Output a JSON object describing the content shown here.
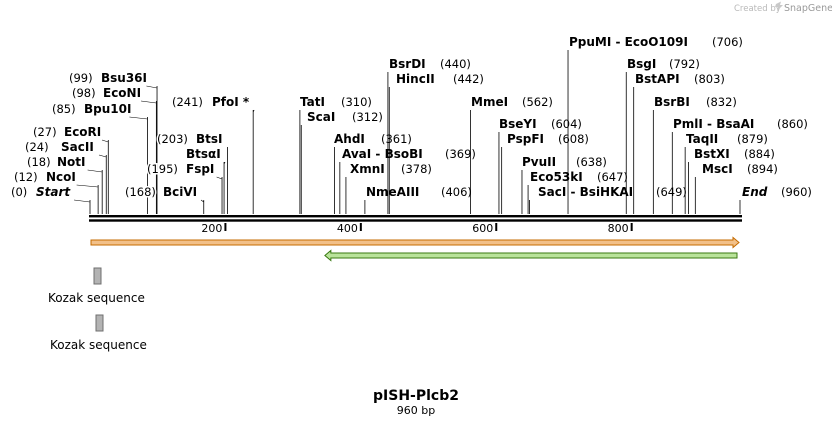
{
  "credit": {
    "created_by": "Created by",
    "brand": "SnapGene"
  },
  "plasmid": {
    "name": "pISH-Plcb2",
    "length_text": "960 bp",
    "length": 960
  },
  "colors": {
    "ruler": "#000000",
    "orange_fill": "#f2c089",
    "orange_stroke": "#c56b00",
    "green_fill": "#b9e39a",
    "green_stroke": "#3a7a12",
    "kozak": "#b3b3b3"
  },
  "ticks": [
    {
      "pos": 200,
      "label": "200"
    },
    {
      "pos": 400,
      "label": "400"
    },
    {
      "pos": 600,
      "label": "600"
    },
    {
      "pos": 800,
      "label": "800"
    }
  ],
  "sites": [
    {
      "name": "Start",
      "pos_label": "(0)",
      "pos": 0,
      "style": "ital"
    },
    {
      "name": "NcoI",
      "pos_label": "(12)",
      "pos": 12
    },
    {
      "name": "NotI",
      "pos_label": "(18)",
      "pos": 18
    },
    {
      "name": "SacII",
      "pos_label": "(24)",
      "pos": 24
    },
    {
      "name": "EcoRI",
      "pos_label": "(27)",
      "pos": 27
    },
    {
      "name": "Bpu10I",
      "pos_label": "(85)",
      "pos": 85
    },
    {
      "name": "EcoNI",
      "pos_label": "(98)",
      "pos": 98
    },
    {
      "name": "Bsu36I",
      "pos_label": "(99)",
      "pos": 99
    },
    {
      "name": "BciVI",
      "pos_label": "(168)",
      "pos": 168
    },
    {
      "name": "FspI",
      "pos_label": "(195)",
      "pos": 195
    },
    {
      "name": "Btsα I",
      "display": "BtsαI",
      "pos_label": "",
      "pos": 198
    },
    {
      "name": "BtsI",
      "pos_label": "(203)",
      "pos": 203
    },
    {
      "name": "PfoI *",
      "pos_label": "(241)",
      "pos": 241
    },
    {
      "name": "TatI",
      "pos_label": "(310)",
      "pos": 310
    },
    {
      "name": "ScaI",
      "pos_label": "(312)",
      "pos": 312
    },
    {
      "name": "AhdI",
      "pos_label": "(361)",
      "pos": 361
    },
    {
      "name": "AvaI - BsoBI",
      "pos_label": "(369)",
      "pos": 369
    },
    {
      "name": "XmnI",
      "pos_label": "(378)",
      "pos": 378
    },
    {
      "name": "NmeAIII",
      "pos_label": "(406)",
      "pos": 406
    },
    {
      "name": "BsrDI",
      "pos_label": "(440)",
      "pos": 440
    },
    {
      "name": "HincII",
      "pos_label": "(442)",
      "pos": 442
    },
    {
      "name": "MmeI",
      "pos_label": "(562)",
      "pos": 562
    },
    {
      "name": "BseYI",
      "pos_label": "(604)",
      "pos": 604
    },
    {
      "name": "PspFI",
      "pos_label": "(608)",
      "pos": 608
    },
    {
      "name": "PvuII",
      "pos_label": "(638)",
      "pos": 638
    },
    {
      "name": "Eco53kI",
      "pos_label": "(647)",
      "pos": 647
    },
    {
      "name": "SacI - BsiHKAI",
      "pos_label": "(649)",
      "pos": 649
    },
    {
      "name": "PpuMI - EcoO109I",
      "pos_label": "(706)",
      "pos": 706
    },
    {
      "name": "BsgI",
      "pos_label": "(792)",
      "pos": 792
    },
    {
      "name": "BstAPI",
      "pos_label": "(803)",
      "pos": 803
    },
    {
      "name": "BsrBI",
      "pos_label": "(832)",
      "pos": 832
    },
    {
      "name": "PmlI - BsaAI",
      "pos_label": "(860)",
      "pos": 860
    },
    {
      "name": "TaqII",
      "pos_label": "(879)",
      "pos": 879
    },
    {
      "name": "BstXI",
      "pos_label": "(884)",
      "pos": 884
    },
    {
      "name": "MscI",
      "pos_label": "(894)",
      "pos": 894
    },
    {
      "name": "End",
      "pos_label": "(960)",
      "pos": 960,
      "style": "ital"
    }
  ],
  "features": [
    {
      "name": "orange-feature",
      "start": 0,
      "end": 960,
      "direction": "forward",
      "color": "orange"
    },
    {
      "name": "green-feature",
      "start": 403,
      "end": 960,
      "direction": "reverse",
      "color": "green"
    }
  ],
  "kozak": [
    {
      "label": "Kozak sequence"
    },
    {
      "label": "Kozak sequence"
    }
  ]
}
